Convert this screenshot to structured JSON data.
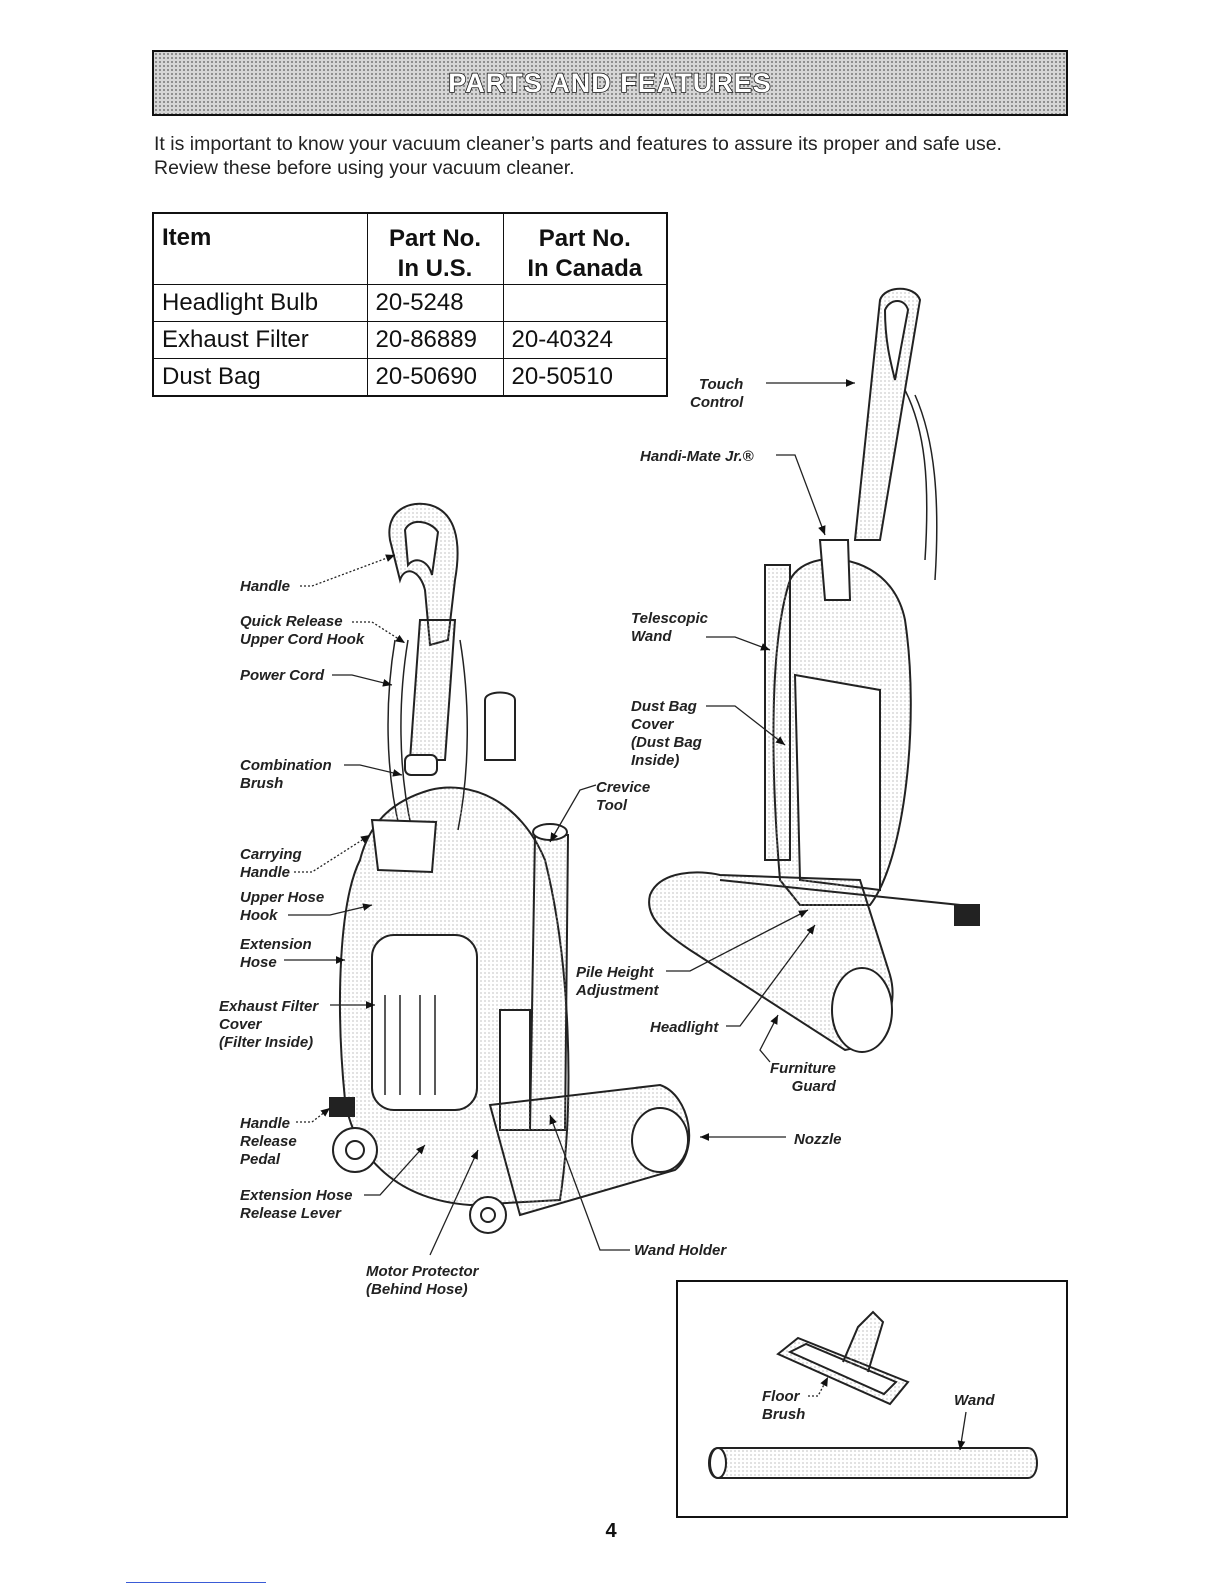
{
  "header": {
    "title": "PARTS AND FEATURES"
  },
  "intro": "It is important to know your vacuum cleaner’s parts and features to assure its proper and safe use. Review these before using your vacuum cleaner.",
  "table": {
    "headers": [
      "Item",
      "Part No. In U.S.",
      "Part No. In Canada"
    ],
    "header_lines": [
      [
        "Item"
      ],
      [
        "Part No.",
        "In U.S."
      ],
      [
        "Part No.",
        "In Canada"
      ]
    ],
    "rows": [
      [
        "Headlight Bulb",
        "20-5248",
        ""
      ],
      [
        "Exhaust Filter",
        "20-86889",
        "20-40324"
      ],
      [
        "Dust Bag",
        "20-50690",
        "20-50510"
      ]
    ]
  },
  "labels": {
    "touch_control": "Touch\nControl",
    "handi_mate": "Handi-Mate Jr.®",
    "handle": "Handle",
    "quick_release": "Quick Release\nUpper Cord Hook",
    "power_cord": "Power Cord",
    "telescopic_wand": "Telescopic\nWand",
    "dust_bag_cover": "Dust Bag\nCover\n(Dust Bag\nInside)",
    "combination_brush": "Combination\nBrush",
    "crevice_tool": "Crevice\nTool",
    "carrying_handle": "Carrying\nHandle",
    "upper_hose_hook": "Upper Hose\nHook",
    "extension_hose": "Extension\nHose",
    "pile_height": "Pile Height\nAdjustment",
    "exhaust_filter_cover": "Exhaust Filter\nCover\n(Filter Inside)",
    "headlight": "Headlight",
    "furniture_guard": "Furniture\nGuard",
    "handle_release_pedal": "Handle\nRelease\nPedal",
    "nozzle": "Nozzle",
    "extension_hose_release": "Extension Hose\nRelease Lever",
    "wand_holder": "Wand Holder",
    "motor_protector": "Motor Protector\n(Behind Hose)",
    "floor_brush": "Floor\nBrush",
    "wand": "Wand"
  },
  "page_number": "4"
}
